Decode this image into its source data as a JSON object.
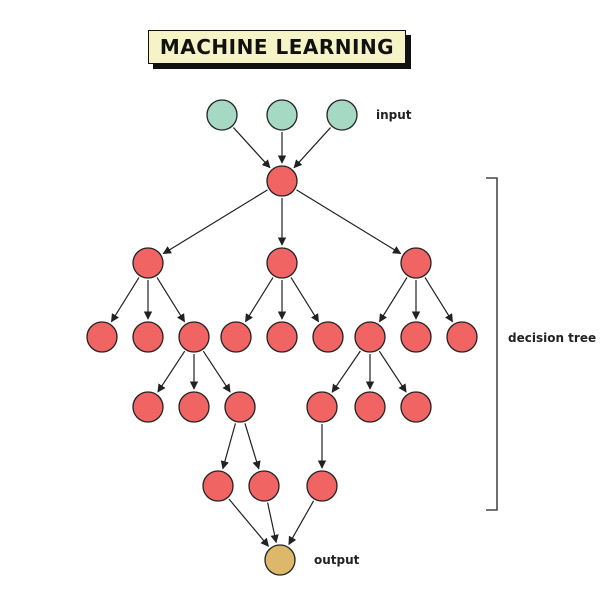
{
  "title": "MACHINE LEARNING",
  "labels": {
    "input": "input",
    "decision_tree": "decision tree",
    "output": "output"
  },
  "colors": {
    "input_node": "#a6d9c4",
    "tree_node": "#f06464",
    "output_node": "#deb86a",
    "outline": "#222222",
    "title_bg": "#f6f4c6"
  }
}
